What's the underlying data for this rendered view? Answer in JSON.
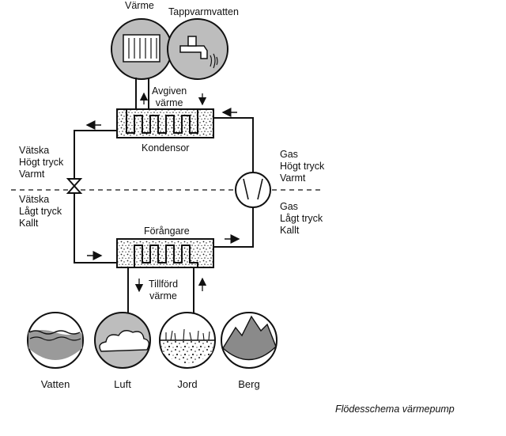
{
  "top_labels": {
    "heat": "Värme",
    "hot_water": "Tappvarmvatten"
  },
  "condenser": {
    "name": "Kondensor",
    "given_heat": [
      "Avgiven",
      "värme"
    ]
  },
  "evaporator": {
    "name": "Förångare",
    "supplied_heat": [
      "Tillförd",
      "värme"
    ]
  },
  "left_upper": [
    "Vätska",
    "Högt tryck",
    "Varmt"
  ],
  "left_lower": [
    "Vätska",
    "Lågt tryck",
    "Kallt"
  ],
  "right_upper": [
    "Gas",
    "Högt tryck",
    "Varmt"
  ],
  "right_lower": [
    "Gas",
    "Lågt tryck",
    "Kallt"
  ],
  "sources": [
    "Vatten",
    "Luft",
    "Jord",
    "Berg"
  ],
  "caption": "Flödesschema värmepump",
  "icons": [
    "radiator-icon",
    "faucet-icon",
    "expansion-valve-icon",
    "compressor-icon",
    "water-icon",
    "cloud-icon",
    "soil-icon",
    "mountain-icon"
  ]
}
